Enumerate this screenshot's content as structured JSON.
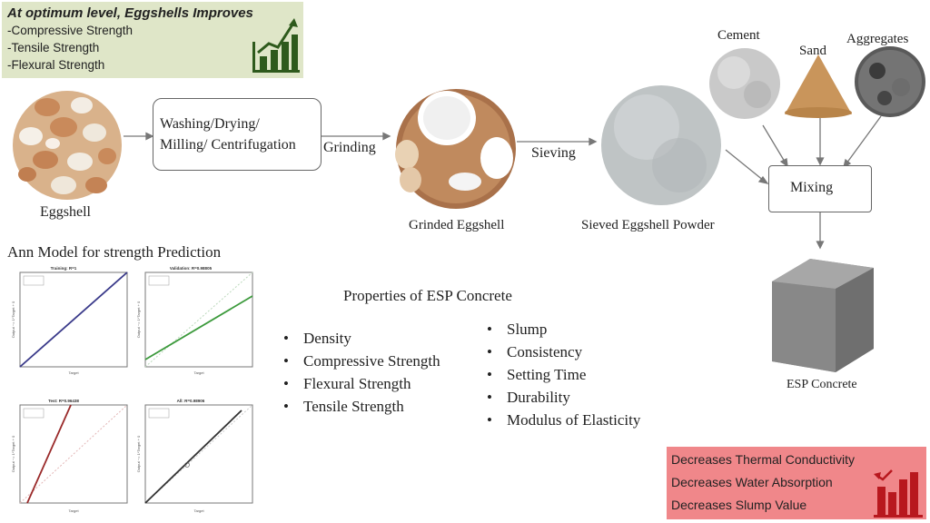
{
  "improves": {
    "title": "At optimum level, Eggshells Improves",
    "items": [
      "-Compressive Strength",
      "-Tensile Strength",
      "-Flexural Strength"
    ]
  },
  "decreases": {
    "items": [
      "Decreases Thermal Conductivity",
      "Decreases Water Absorption",
      "Decreases Slump Value"
    ]
  },
  "flow": {
    "eggshell": "Eggshell",
    "process_line1": "Washing/Drying/",
    "process_line2": "Milling/ Centrifugation",
    "grinding": "Grinding",
    "grinded": "Grinded Eggshell",
    "sieving": "Sieving",
    "sieved": "Sieved Eggshell Powder",
    "cement": "Cement",
    "sand": "Sand",
    "aggregates": "Aggregates",
    "mixing": "Mixing",
    "esp_concrete": "ESP Concrete"
  },
  "ann": {
    "title": "Ann Model for strength Prediction",
    "plots": [
      {
        "title": "Training: R=1",
        "color": "#3a3a8a"
      },
      {
        "title": "Validation: R=0.98805",
        "color": "#3c9a3c"
      },
      {
        "title": "Test: R=0.96438",
        "color": "#9a2a2a"
      },
      {
        "title": "All: R=0.98906",
        "color": "#333333"
      }
    ],
    "xlabel": "Target",
    "ylabel": "Output ~= 1*Target + 0"
  },
  "properties": {
    "title": "Properties of ESP Concrete",
    "col1": [
      "Density",
      "Compressive Strength",
      "Flexural Strength",
      "Tensile Strength"
    ],
    "col2": [
      "Slump",
      "Consistency",
      "Setting Time",
      "Durability",
      "Modulus of Elasticity"
    ]
  },
  "colors": {
    "improves_bg": "#dfe6c8",
    "decreases_bg": "#f0878a",
    "chart_icon_green": "#2e5a1c",
    "chart_icon_red": "#b8181e"
  }
}
